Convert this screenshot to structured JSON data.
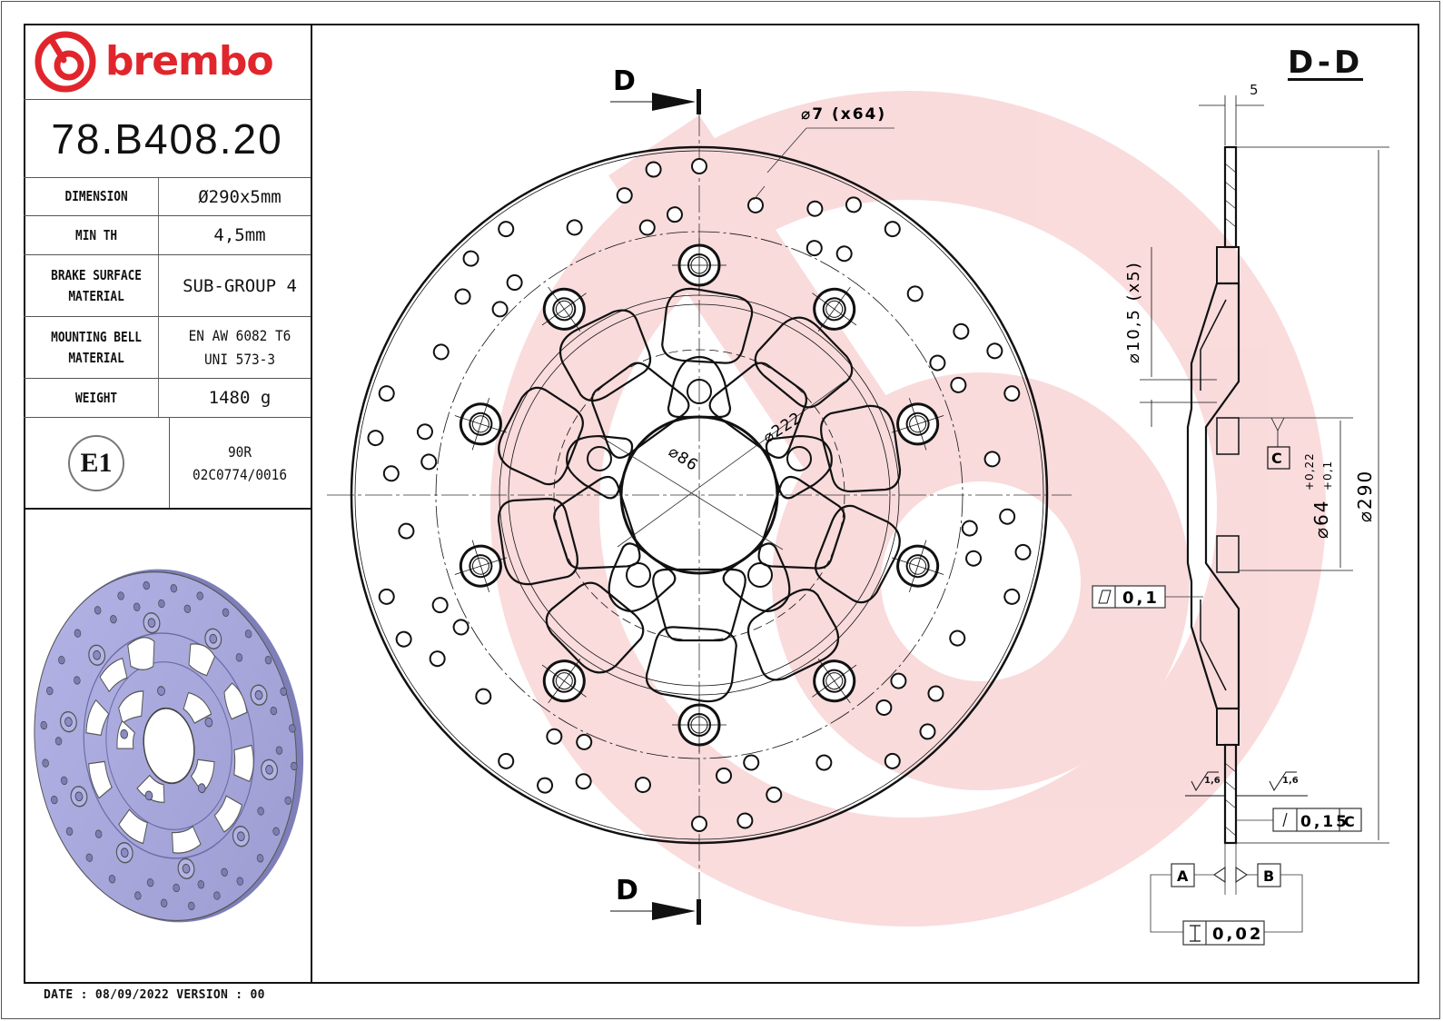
{
  "title_block": {
    "brand": "brembo",
    "brand_color": "#e0262c",
    "part_number": "78.B408.20",
    "specs": [
      {
        "label": "DIMENSION",
        "value": "Ø290x5mm"
      },
      {
        "label": "MIN TH",
        "value": "4,5mm"
      },
      {
        "label": "BRAKE SURFACE\nMATERIAL",
        "value": "SUB-GROUP 4"
      },
      {
        "label": "MOUNTING BELL\nMATERIAL",
        "value": "EN AW 6082 T6\nUNI 573-3"
      },
      {
        "label": "WEIGHT",
        "value": "1480 g"
      }
    ],
    "homologation": {
      "mark": "E1",
      "line1": "90R",
      "line2": "02C0774/0016"
    }
  },
  "footer": {
    "text": "DATE : 08/09/2022 VERSION : 00"
  },
  "front_view": {
    "section_marker_top": "D",
    "section_marker_bottom": "D",
    "hole_callout": "⌀7 (x64)",
    "inner_diameter_callout": "⌀86",
    "pcd_callout": "⌀222"
  },
  "section_view": {
    "title": "D-D",
    "thickness": "5",
    "bolt_hole_callout": "⌀10,5 (x5)",
    "datum_c": "C",
    "center_bore": "⌀64",
    "center_bore_tol_upper": "+0,22",
    "center_bore_tol_lower": "+0,1",
    "outer_diameter": "⌀290",
    "flatness_value": "0,1",
    "roughness_left": "1,6",
    "roughness_right": "1,6",
    "runout_value": "0,15",
    "runout_datum": "C",
    "datum_a": "A",
    "datum_b": "B",
    "parallelism_value": "0,02"
  }
}
